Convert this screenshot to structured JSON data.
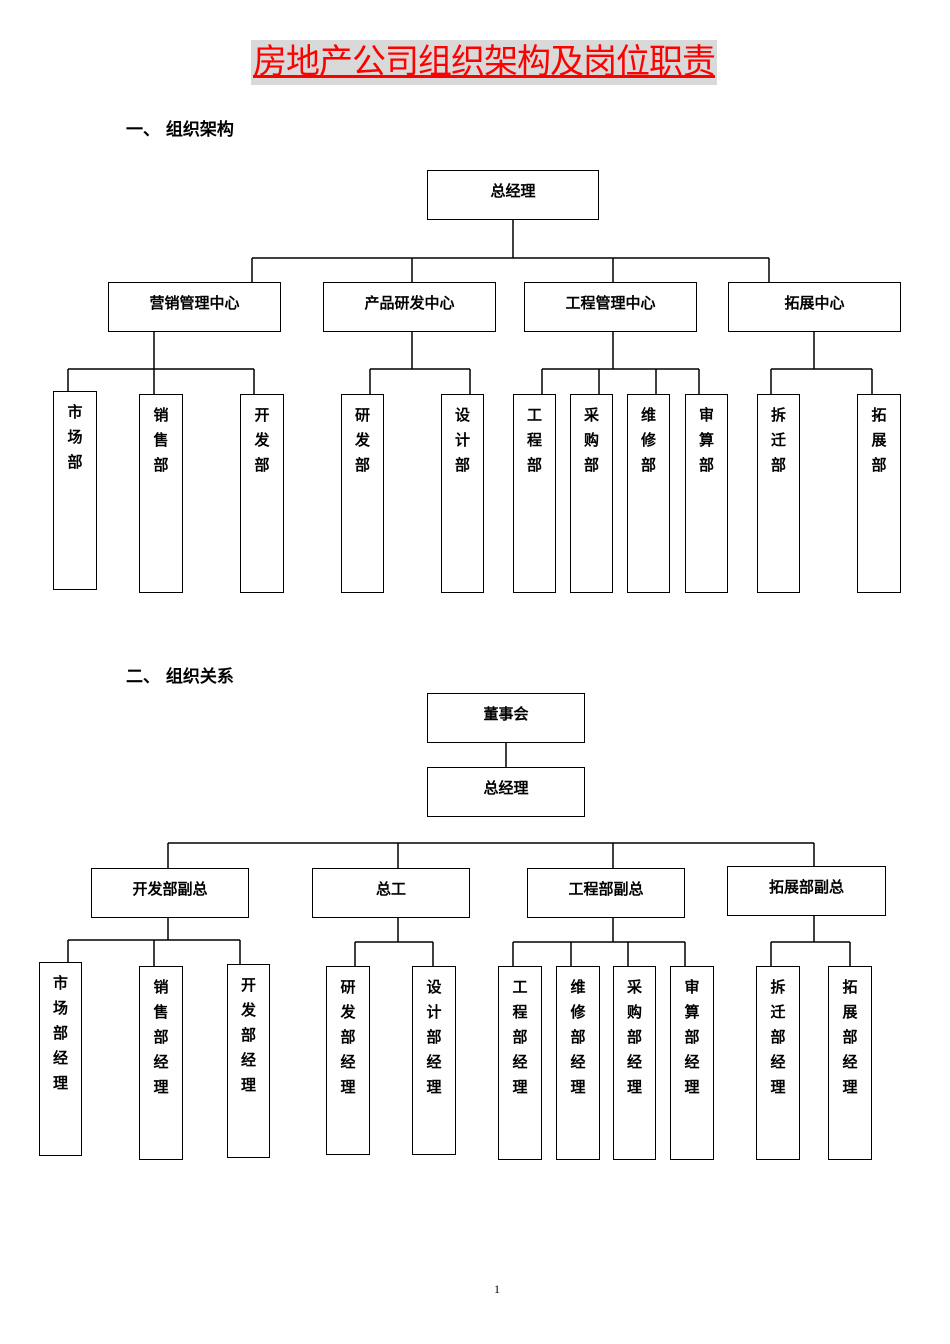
{
  "title": "房地产公司组织架构及岗位职责",
  "section1": "一、 组织架构",
  "section2": "二、 组织关系",
  "chart1": {
    "root": "总经理",
    "centers": [
      "营销管理中心",
      "产品研发中心",
      "工程管理中心",
      "拓展中心"
    ],
    "depts": [
      "市场部",
      "销售部",
      "开发部",
      "研发部",
      "设计部",
      "工程部",
      "采购部",
      "维修部",
      "审算部",
      "拆迁部",
      "拓展部"
    ]
  },
  "chart2": {
    "board": "董事会",
    "gm": "总经理",
    "deputies": [
      "开发部副总",
      "总工",
      "工程部副总",
      "拓展部副总"
    ],
    "managers": [
      "市场部经理",
      "销售部经理",
      "开发部经理",
      "研发部经理",
      "设计部经理",
      "工程部经理",
      "维修部经理",
      "采购部经理",
      "审算部经理",
      "拆迁部经理",
      "拓展部经理"
    ]
  },
  "page_number": "1"
}
